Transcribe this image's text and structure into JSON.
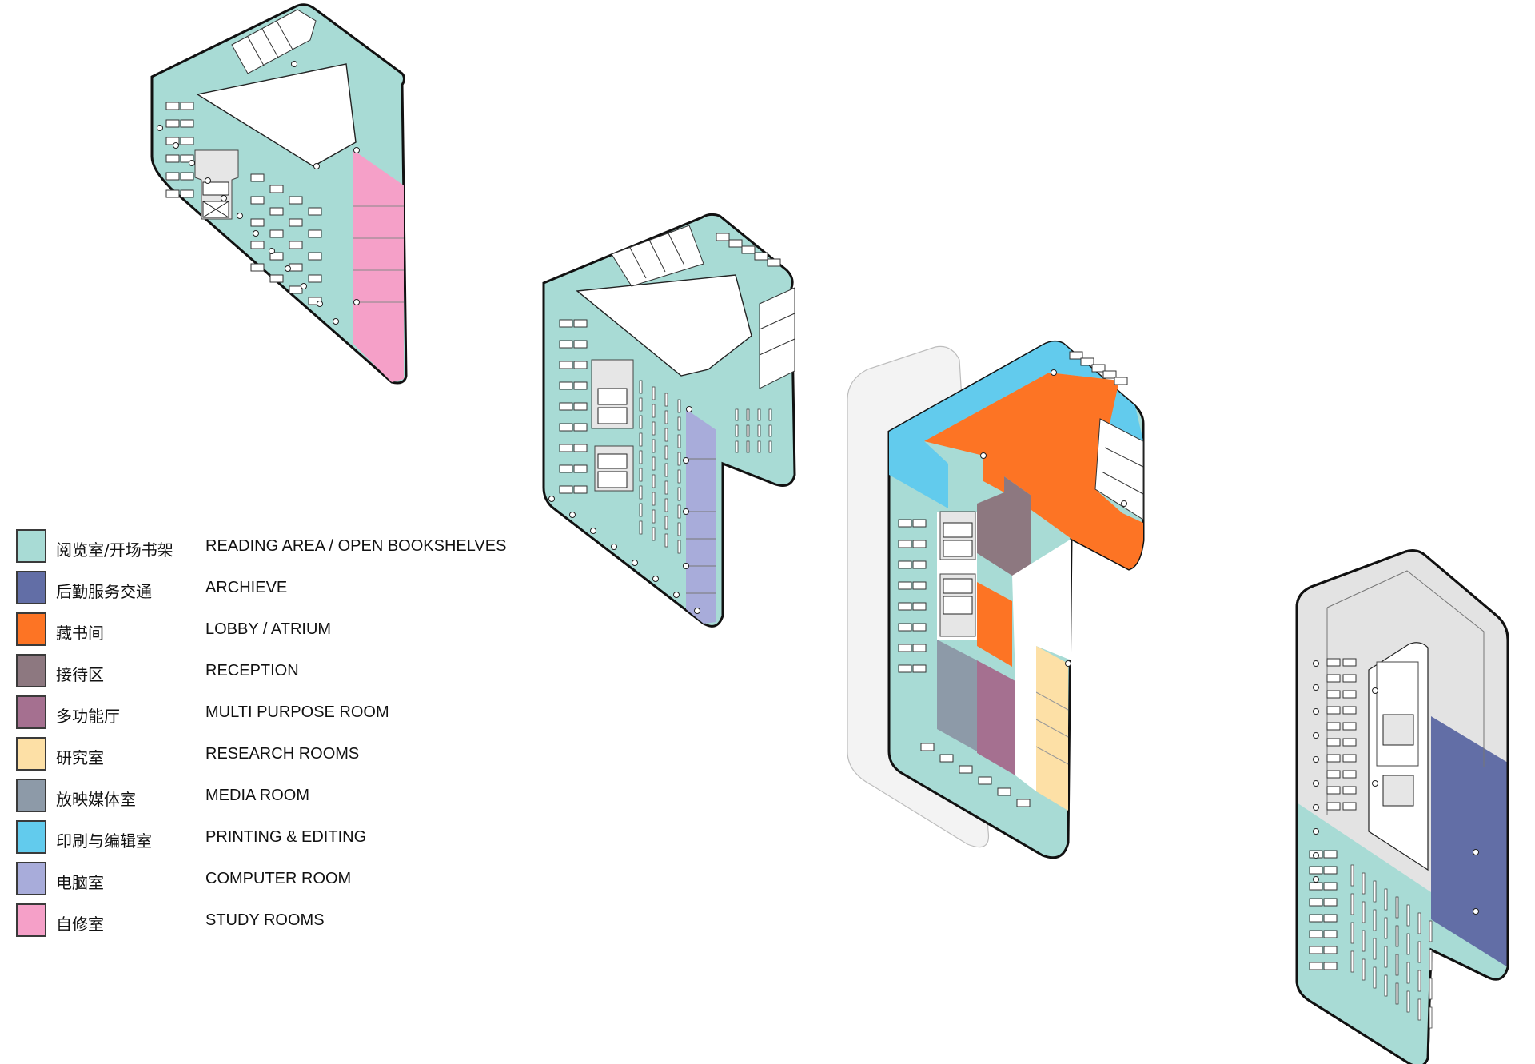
{
  "legend": [
    {
      "cn": "阅览室/开场书架",
      "en": "READING AREA / OPEN BOOKSHELVES",
      "color": "#a8dbd5"
    },
    {
      "cn": "后勤服务交通",
      "en": "ARCHIEVE",
      "color": "#626ea6"
    },
    {
      "cn": "藏书间",
      "en": "LOBBY / ATRIUM",
      "color": "#fd7424"
    },
    {
      "cn": "接待区",
      "en": "RECEPTION",
      "color": "#8d7880"
    },
    {
      "cn": "多功能厅",
      "en": "MULTI PURPOSE ROOM",
      "color": "#a57090"
    },
    {
      "cn": "研究室",
      "en": "RESEARCH ROOMS",
      "color": "#fde0a6"
    },
    {
      "cn": "放映媒体室",
      "en": "MEDIA ROOM",
      "color": "#8d9aa8"
    },
    {
      "cn": "印刷与编辑室",
      "en": "PRINTING & EDITING",
      "color": "#62cbed"
    },
    {
      "cn": "电脑室",
      "en": "COMPUTER ROOM",
      "color": "#a8acda"
    },
    {
      "cn": "自修室",
      "en": "STUDY ROOMS",
      "color": "#f5a0c8"
    }
  ],
  "colors": {
    "outline": "#111111",
    "void": "#ffffff",
    "core": "#e6e6e6",
    "ground": "#f1f1f1",
    "service_grey": "#e3e3e3"
  }
}
